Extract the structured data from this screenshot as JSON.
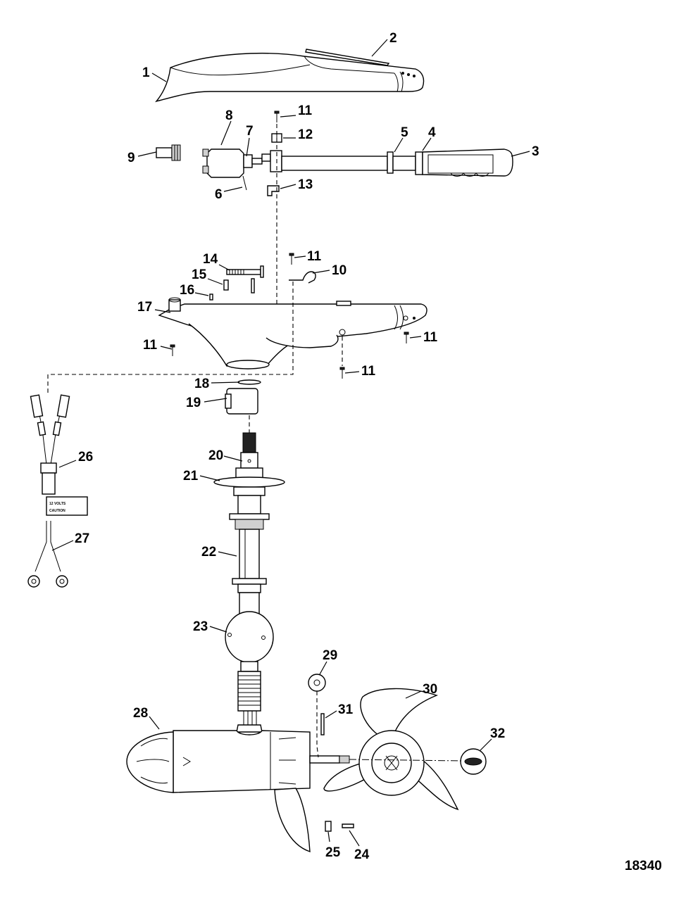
{
  "figure_number": "18340",
  "callouts": [
    {
      "id": "c1",
      "label": "1"
    },
    {
      "id": "c2",
      "label": "2"
    },
    {
      "id": "c3",
      "label": "3"
    },
    {
      "id": "c4",
      "label": "4"
    },
    {
      "id": "c5",
      "label": "5"
    },
    {
      "id": "c6",
      "label": "6"
    },
    {
      "id": "c7",
      "label": "7"
    },
    {
      "id": "c8",
      "label": "8"
    },
    {
      "id": "c9",
      "label": "9"
    },
    {
      "id": "c10",
      "label": "10"
    },
    {
      "id": "c11a",
      "label": "11"
    },
    {
      "id": "c11b",
      "label": "11"
    },
    {
      "id": "c11c",
      "label": "11"
    },
    {
      "id": "c11d",
      "label": "11"
    },
    {
      "id": "c11e",
      "label": "11"
    },
    {
      "id": "c12",
      "label": "12"
    },
    {
      "id": "c13",
      "label": "13"
    },
    {
      "id": "c14",
      "label": "14"
    },
    {
      "id": "c15",
      "label": "15"
    },
    {
      "id": "c16",
      "label": "16"
    },
    {
      "id": "c17",
      "label": "17"
    },
    {
      "id": "c18",
      "label": "18"
    },
    {
      "id": "c19",
      "label": "19"
    },
    {
      "id": "c20",
      "label": "20"
    },
    {
      "id": "c21",
      "label": "21"
    },
    {
      "id": "c22",
      "label": "22"
    },
    {
      "id": "c23",
      "label": "23"
    },
    {
      "id": "c24",
      "label": "24"
    },
    {
      "id": "c25",
      "label": "25"
    },
    {
      "id": "c26",
      "label": "26"
    },
    {
      "id": "c27",
      "label": "27"
    },
    {
      "id": "c28",
      "label": "28"
    },
    {
      "id": "c29",
      "label": "29"
    },
    {
      "id": "c30",
      "label": "30"
    },
    {
      "id": "c31",
      "label": "31"
    },
    {
      "id": "c32",
      "label": "32"
    }
  ],
  "battery_tag": {
    "line1": "12 VOLTS",
    "line2": "CAUTION"
  }
}
